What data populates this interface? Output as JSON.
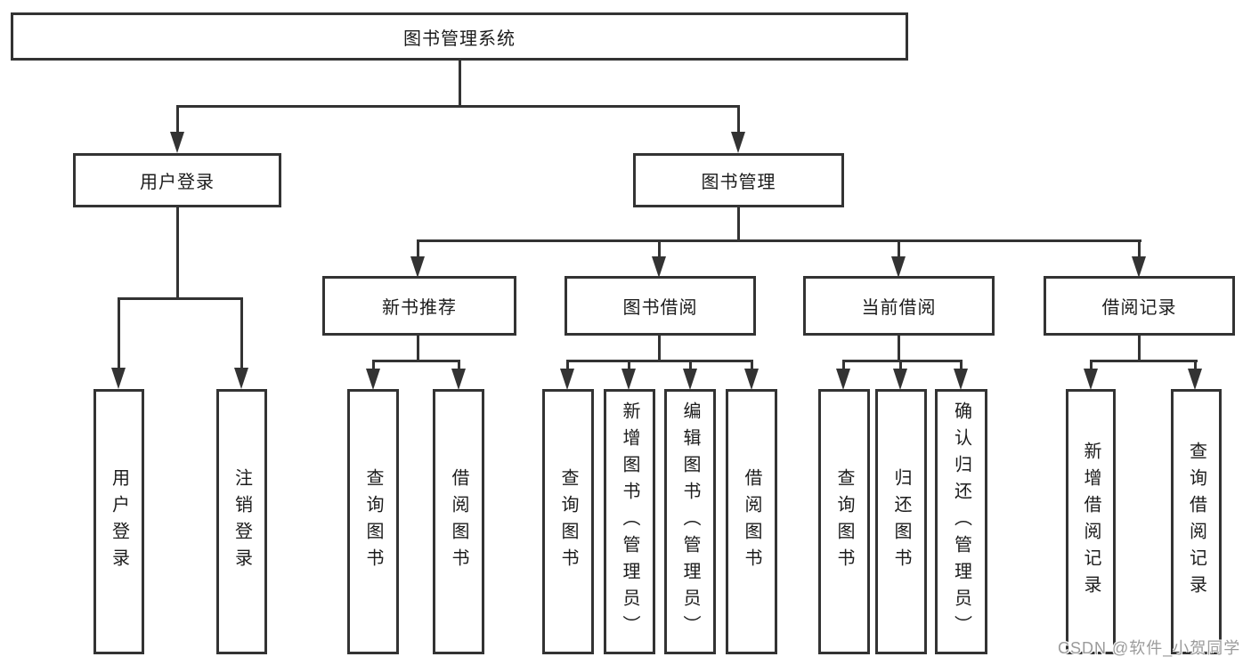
{
  "diagram": {
    "title": "图书管理系统",
    "root": {
      "label": "图书管理系统"
    },
    "branches": [
      {
        "label": "用户登录",
        "children": [
          "用户登录",
          "注销登录"
        ]
      },
      {
        "label": "图书管理",
        "sections": [
          {
            "label": "新书推荐",
            "children": [
              "查询图书",
              "借阅图书"
            ]
          },
          {
            "label": "图书借阅",
            "children": [
              "查询图书",
              "新增图书（管理员）",
              "编辑图书（管理员）",
              "借阅图书"
            ]
          },
          {
            "label": "当前借阅",
            "children": [
              "查询图书",
              "归还图书",
              "确认归还（管理员）"
            ]
          },
          {
            "label": "借阅记录",
            "children": [
              "新增借阅记录",
              "查询借阅记录"
            ]
          }
        ]
      }
    ]
  },
  "watermark": {
    "text": "CSDN @软件_小贺同学"
  },
  "colors": {
    "line": "#333333",
    "text": "#1c1c1c",
    "background": "#ffffff",
    "watermark": "#9b9b9b"
  }
}
